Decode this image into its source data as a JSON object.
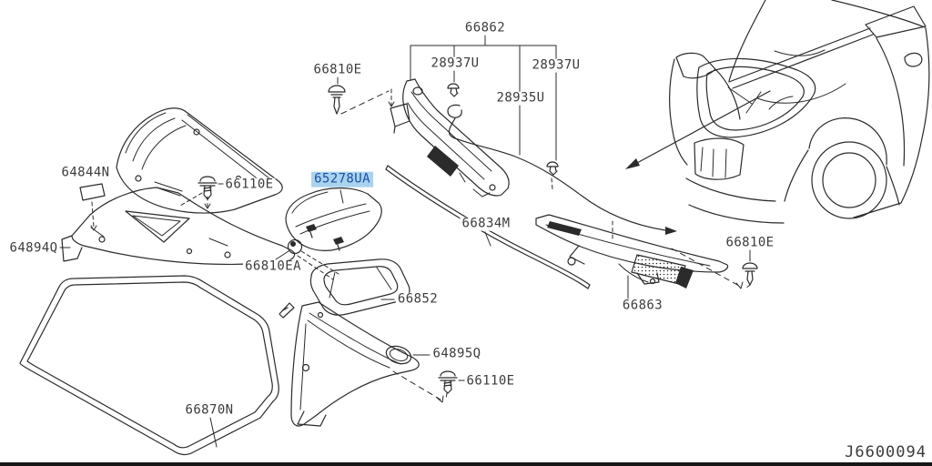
{
  "diagram": {
    "type": "parts-diagram",
    "figure_code": "J6600094",
    "selected_part": "65278UA",
    "colors": {
      "line": "#2b2b2b",
      "label_text": "#3c3c3c",
      "highlight_bg": "#a9d3ee",
      "highlight_text": "#1d4fa6",
      "background": "#ffffff",
      "bottom_bar": "#161616"
    },
    "labels": {
      "p66862": "66862",
      "p28937u_left": "28937U",
      "p28937u_right": "28937U",
      "p28935u": "28935U",
      "p66810e_top": "66810E",
      "p64844n": "64844N",
      "p66110e_upper": "66110E",
      "p65278ua": "65278UA",
      "p64894q": "64894Q",
      "p66810ea": "66810EA",
      "p66852": "66852",
      "p66834m": "66834M",
      "p66863": "66863",
      "p66810e_right": "66810E",
      "p64895q": "64895Q",
      "p66110e_lower": "66110E",
      "p66870n": "66870N"
    },
    "icons": {
      "clip": "mushroom push-clip",
      "screw": "pan-head screw",
      "grommet": "grommet ring",
      "arrow": "location arrow"
    }
  }
}
